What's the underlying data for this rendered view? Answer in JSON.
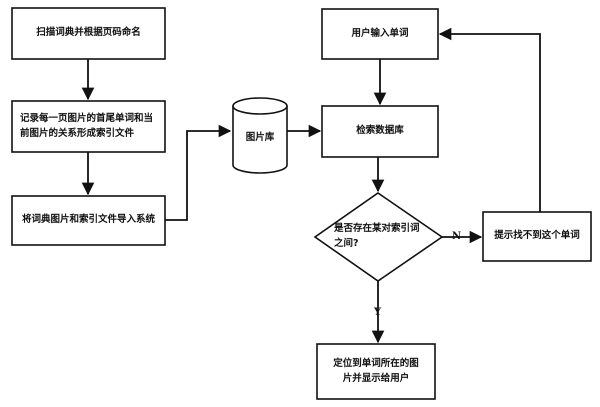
{
  "nodes": {
    "scan": "扫描词典并根据页码命名",
    "record": "记录每一页图片的首尾单词和当前图片的关系形成索引文件",
    "import": "将词典图片和索引文件导入系统",
    "db": "图片库",
    "input": "用户输入单词",
    "search": "检索数据库",
    "decision": "是否存在某对索引词之间?",
    "locate": "定位到单词所在的图片并显示给用户",
    "notfound": "提示找不到这个单词"
  },
  "edges": {
    "no": "N",
    "yes": "Y"
  }
}
